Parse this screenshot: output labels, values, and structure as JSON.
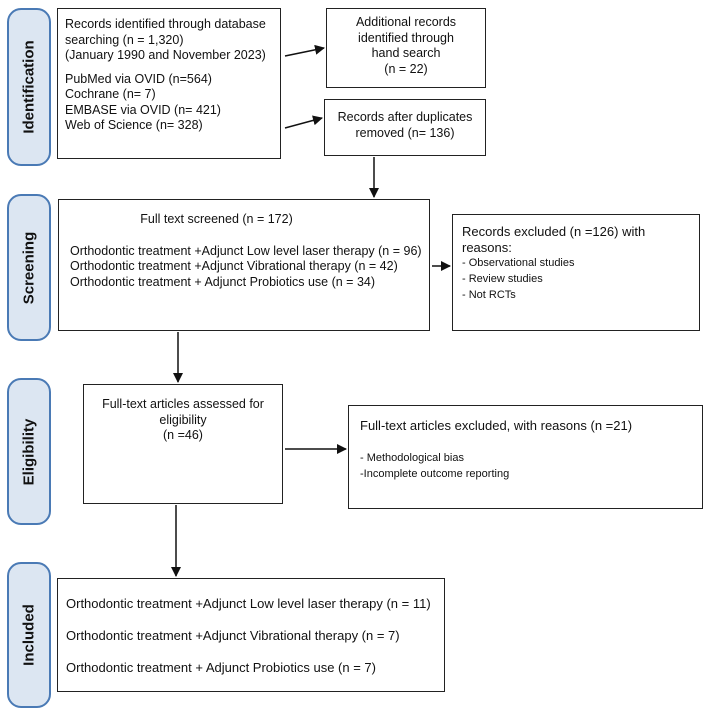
{
  "stages": {
    "identification": "Identification",
    "screening": "Screening",
    "eligibility": "Eligibility",
    "included": "Included"
  },
  "identification_box": {
    "line1": "Records identified through database",
    "line2": "searching (n = 1,320)",
    "line3": "(January 1990 and November 2023)",
    "db1": "PubMed via OVID (n=564)",
    "db2": "Cochrane (n= 7)",
    "db3": "EMBASE via OVID (n= 421)",
    "db4": "Web of Science (n= 328)"
  },
  "hand_search_box": {
    "line1": "Additional records",
    "line2": "identified through",
    "line3": "hand search",
    "line4": "(n = 22)"
  },
  "duplicates_box": {
    "line1": "Records after duplicates",
    "line2": "removed (n= 136)"
  },
  "screened_box": {
    "title": "Full text screened (n = 172)",
    "item1": "Orthodontic treatment +Adjunct Low level laser therapy (n = 96)",
    "item2": "Orthodontic treatment +Adjunct Vibrational therapy (n = 42)",
    "item3": "Orthodontic treatment + Adjunct Probiotics use (n = 34)"
  },
  "excluded_screening_box": {
    "line1": "Records excluded (n =126) with",
    "line2": "reasons:",
    "reason1": "- Observational studies",
    "reason2": "- Review studies",
    "reason3": "- Not RCTs"
  },
  "eligibility_box": {
    "line1": "Full-text articles assessed for",
    "line2": "eligibility",
    "line3": "(n =46)"
  },
  "excluded_eligibility_box": {
    "title": "Full-text articles excluded, with reasons (n =21)",
    "reason1": "- Methodological bias",
    "reason2": "-Incomplete outcome reporting"
  },
  "included_box": {
    "item1": "Orthodontic treatment +Adjunct Low level laser therapy (n = 11)",
    "item2": "Orthodontic treatment +Adjunct Vibrational therapy (n = 7)",
    "item3": "Orthodontic treatment + Adjunct Probiotics use (n = 7)"
  },
  "colors": {
    "stage_fill": "#dce6f2",
    "stage_border": "#4a7ab5",
    "box_border": "#222222"
  }
}
